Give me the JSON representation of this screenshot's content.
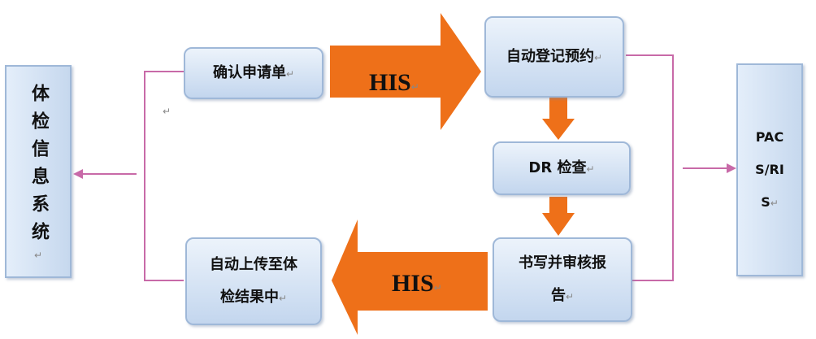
{
  "nodes": {
    "confirm": "确认申请单",
    "auto_register": "自动登记预约",
    "dr_check": "DR 检查",
    "write_review": "书写并审核报告",
    "auto_upload": "自动上传至体检结果中",
    "exam_system": "体检信息系统",
    "pacs": "PACS/RIS"
  },
  "arrows": {
    "top_label": "HIS",
    "bottom_label": "HIS"
  },
  "marks": {
    "return_mark": "↵"
  },
  "colors": {
    "arrow_orange": "#ee7019",
    "connector_pink": "#c86aa8",
    "box_border": "#9fb8d8",
    "box_fill": "#c3d6ee"
  }
}
